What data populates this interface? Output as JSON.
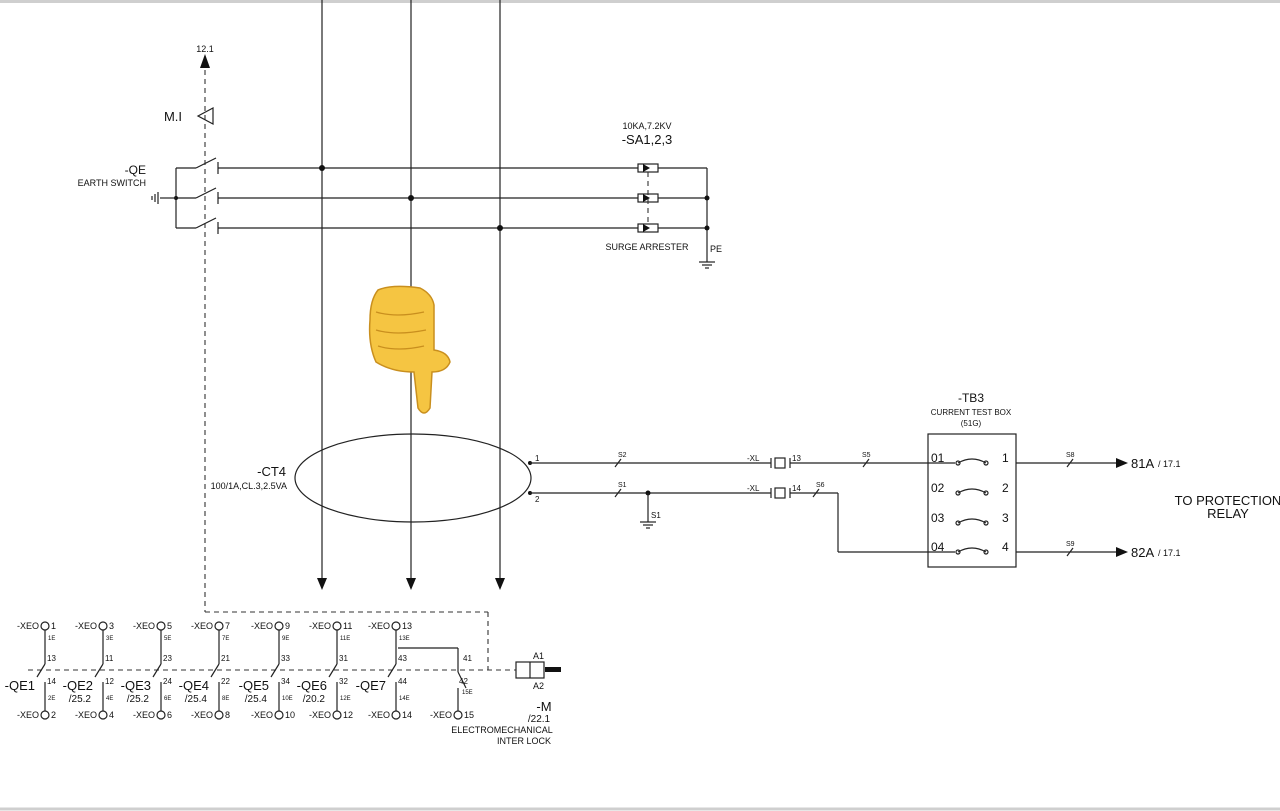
{
  "earth_switch": {
    "ref_top": "12.1",
    "mi_label": "M.I",
    "name": "-QE",
    "description": "EARTH SWITCH"
  },
  "surge_arrester": {
    "rating": "10KA,7.2KV",
    "name": "-SA1,2,3",
    "description": "SURGE ARRESTER",
    "earth_label": "PE"
  },
  "ct": {
    "name": "-CT4",
    "rating": "100/1A,CL.3,2.5VA",
    "term1": "1",
    "term2": "2"
  },
  "wires": {
    "s2": "S2",
    "s1": "S1",
    "s5": "S5",
    "s6": "S6",
    "s8": "S8",
    "s9": "S9",
    "s1_earth": "S1"
  },
  "terminals": {
    "xl_1": "-XL",
    "xl_2": "-XL",
    "t13": "13",
    "t14": "14"
  },
  "test_box": {
    "name": "-TB3",
    "description": "CURRENT TEST BOX",
    "code": "(51G)",
    "rows": [
      {
        "left": "01",
        "right": "1"
      },
      {
        "left": "02",
        "right": "2"
      },
      {
        "left": "03",
        "right": "3"
      },
      {
        "left": "04",
        "right": "4"
      }
    ]
  },
  "outputs": {
    "out1": "81A",
    "out1_ref": "/ 17.1",
    "out2": "82A",
    "out2_ref": "/ 17.1",
    "relay_line1": "TO PROTECTION",
    "relay_line2": "RELAY"
  },
  "interlock_contacts": [
    {
      "name": "-QE1",
      "ref": "",
      "top_xeo": "-XEO",
      "top_num": "1",
      "top_e": "1E",
      "c1": "13",
      "c2": "14",
      "bot_e": "2E",
      "bot_xeo": "-XEO",
      "bot_num": "2"
    },
    {
      "name": "-QE2",
      "ref": "/25.2",
      "top_xeo": "-XEO",
      "top_num": "3",
      "top_e": "3E",
      "c1": "11",
      "c2": "12",
      "bot_e": "4E",
      "bot_xeo": "-XEO",
      "bot_num": "4"
    },
    {
      "name": "-QE3",
      "ref": "/25.2",
      "top_xeo": "-XEO",
      "top_num": "5",
      "top_e": "5E",
      "c1": "23",
      "c2": "24",
      "bot_e": "6E",
      "bot_xeo": "-XEO",
      "bot_num": "6"
    },
    {
      "name": "-QE4",
      "ref": "/25.4",
      "top_xeo": "-XEO",
      "top_num": "7",
      "top_e": "7E",
      "c1": "21",
      "c2": "22",
      "bot_e": "8E",
      "bot_xeo": "-XEO",
      "bot_num": "8"
    },
    {
      "name": "-QE5",
      "ref": "/25.4",
      "top_xeo": "-XEO",
      "top_num": "9",
      "top_e": "9E",
      "c1": "33",
      "c2": "34",
      "bot_e": "10E",
      "bot_xeo": "-XEO",
      "bot_num": "10"
    },
    {
      "name": "-QE6",
      "ref": "/20.2",
      "top_xeo": "-XEO",
      "top_num": "11",
      "top_e": "11E",
      "c1": "31",
      "c2": "32",
      "bot_e": "12E",
      "bot_xeo": "-XEO",
      "bot_num": "12"
    },
    {
      "name": "-QE7",
      "ref": "",
      "top_xeo": "-XEO",
      "top_num": "13",
      "top_e": "13E",
      "c1": "43",
      "c2": "44",
      "bot_e": "14E",
      "bot_xeo": "-XEO",
      "bot_num": "14"
    }
  ],
  "extra_contact": {
    "c1": "41",
    "c2": "42",
    "e": "15E",
    "xeo": "-XEO",
    "num": "15"
  },
  "interlock": {
    "a1": "A1",
    "a2": "A2",
    "name": "-M",
    "ref": "/22.1",
    "line1": "ELECTROMECHANICAL",
    "line2": "INTER LOCK"
  },
  "pointer": {
    "icon": "pointing-down-hand-icon",
    "color": "#F5C542"
  }
}
